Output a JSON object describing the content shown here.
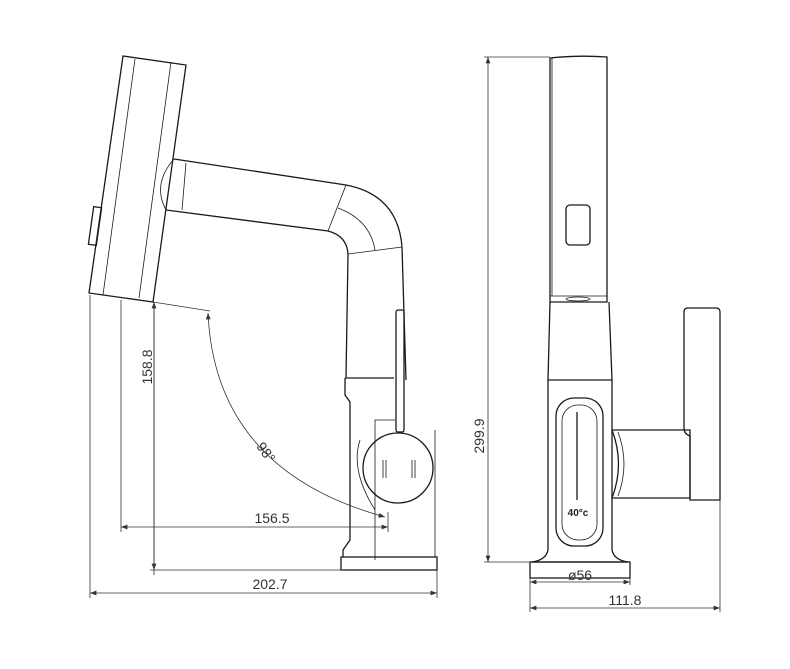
{
  "side_view": {
    "dimensions": {
      "spout_height": "158.8",
      "spout_reach": "156.5",
      "total_depth": "202.7",
      "rotation_angle": "98°"
    }
  },
  "front_view": {
    "temperature_display": "40°c",
    "dimensions": {
      "total_height": "299.9",
      "base_diameter": "ø56",
      "total_width": "111.8"
    }
  }
}
